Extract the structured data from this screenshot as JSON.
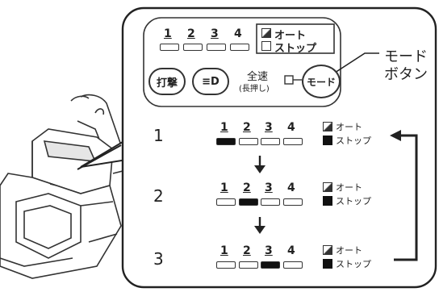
{
  "panel": {
    "lamp_numbers": [
      "1",
      "2",
      "3",
      "4"
    ],
    "auto_label": "オート",
    "stop_label": "ストップ",
    "impact_button": "打撃",
    "light_button": "≡D",
    "full_speed_top": "全速",
    "full_speed_bottom": "(長押し)",
    "mode_button": "モード"
  },
  "callout": {
    "line1": "モード",
    "line2": "ボタン"
  },
  "modes": [
    {
      "number": "1",
      "active_lamp": 1,
      "auto_label": "オート",
      "stop_label": "ストップ"
    },
    {
      "number": "2",
      "active_lamp": 2,
      "auto_label": "オート",
      "stop_label": "ストップ"
    },
    {
      "number": "3",
      "active_lamp": 3,
      "auto_label": "オート",
      "stop_label": "ストップ"
    }
  ]
}
